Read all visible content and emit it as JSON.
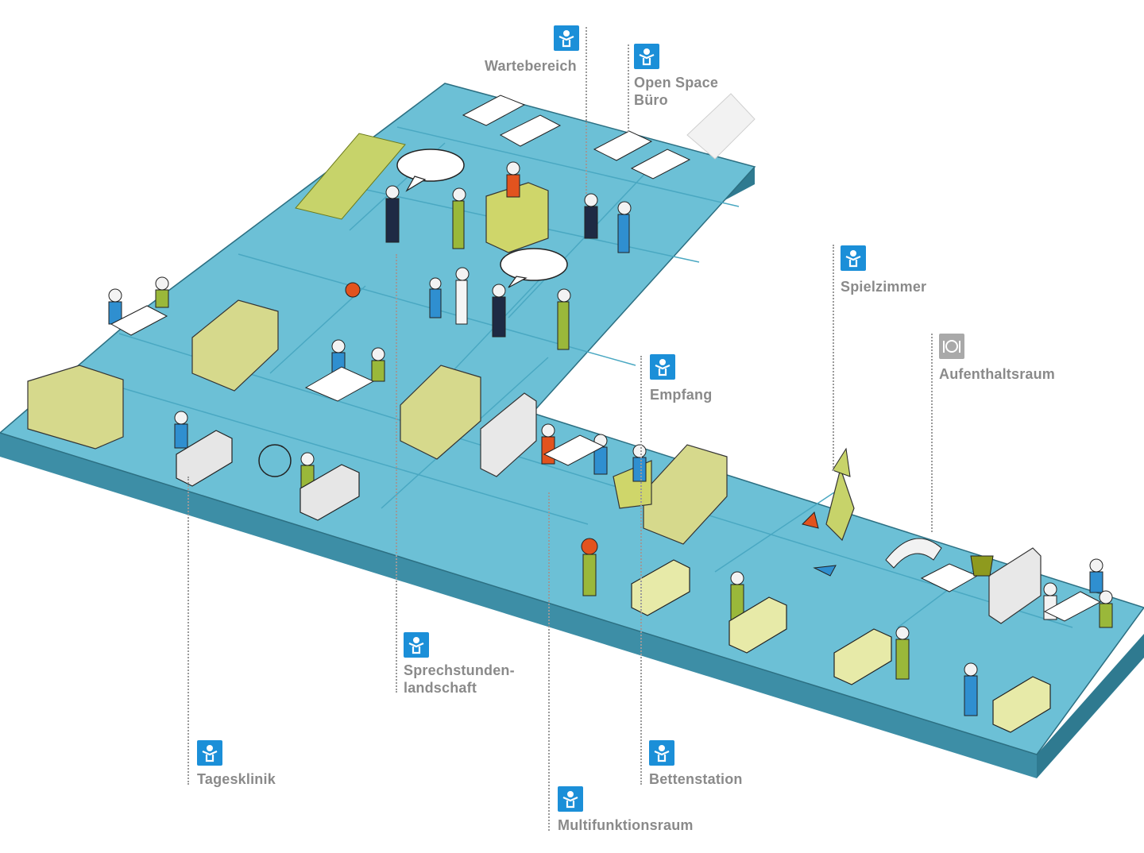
{
  "colors": {
    "floor_top": "#6cc0d6",
    "floor_side": "#3d8ea6",
    "floor_side_dark": "#2f7a90",
    "grid_line": "#4aa8c2",
    "furniture_lime": "#d6d98c",
    "accent_green": "#9ab83a",
    "accent_orange": "#e2531e",
    "accent_blue": "#2f8fd0",
    "label_grey": "#8a8a8a",
    "badge_blue": "#1b8fd8",
    "badge_grey": "#a9a9a9"
  },
  "labels": {
    "wartebereich": {
      "text": "Wartebereich",
      "icon": "child-room-icon"
    },
    "open_space": {
      "text": "Open Space\nBüro",
      "icon": "child-room-icon"
    },
    "spielzimmer": {
      "text": "Spielzimmer",
      "icon": "child-room-icon"
    },
    "aufenthaltsraum": {
      "text": "Aufenthaltsraum",
      "icon": "plate-cutlery-icon"
    },
    "empfang": {
      "text": "Empfang",
      "icon": "child-room-icon"
    },
    "sprechstunden": {
      "text": "Sprechstunden-\nlandschaft",
      "icon": "child-room-icon"
    },
    "tagesklinik": {
      "text": "Tagesklinik",
      "icon": "child-room-icon"
    },
    "bettenstation": {
      "text": "Bettenstation",
      "icon": "child-room-icon"
    },
    "multifunktion": {
      "text": "Multifunktionsraum",
      "icon": "child-room-icon"
    }
  }
}
